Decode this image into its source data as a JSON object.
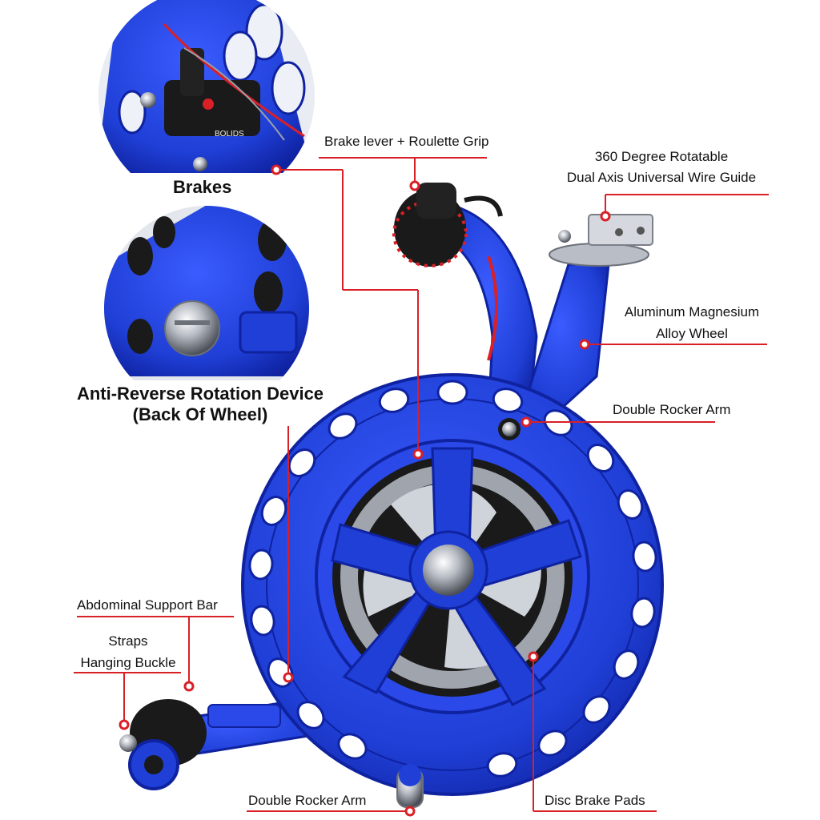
{
  "colors": {
    "reel_blue": "#1f3fd6",
    "reel_dark_blue": "#0f22a0",
    "leader_red": "#d92027",
    "handle_black": "#1a1a1a",
    "metal_silver": "#c9ccd2"
  },
  "callouts": {
    "brakes": "Brakes",
    "anti_reverse_line1": "Anti-Reverse Rotation Device",
    "anti_reverse_line2": "(Back Of Wheel)",
    "brake_lever": "Brake lever + Roulette Grip",
    "wire_guide_line1": "360 Degree Rotatable",
    "wire_guide_line2": "Dual Axis Universal Wire Guide",
    "alloy_line1": "Aluminum Magnesium",
    "alloy_line2": "Alloy Wheel",
    "rocker_top": "Double Rocker Arm",
    "abdominal": "Abdominal Support Bar",
    "straps_line1": "Straps",
    "straps_line2": "Hanging Buckle",
    "rocker_bottom": "Double Rocker Arm",
    "disc_brake": "Disc Brake Pads"
  },
  "brand_engraving": "BOLIDS"
}
